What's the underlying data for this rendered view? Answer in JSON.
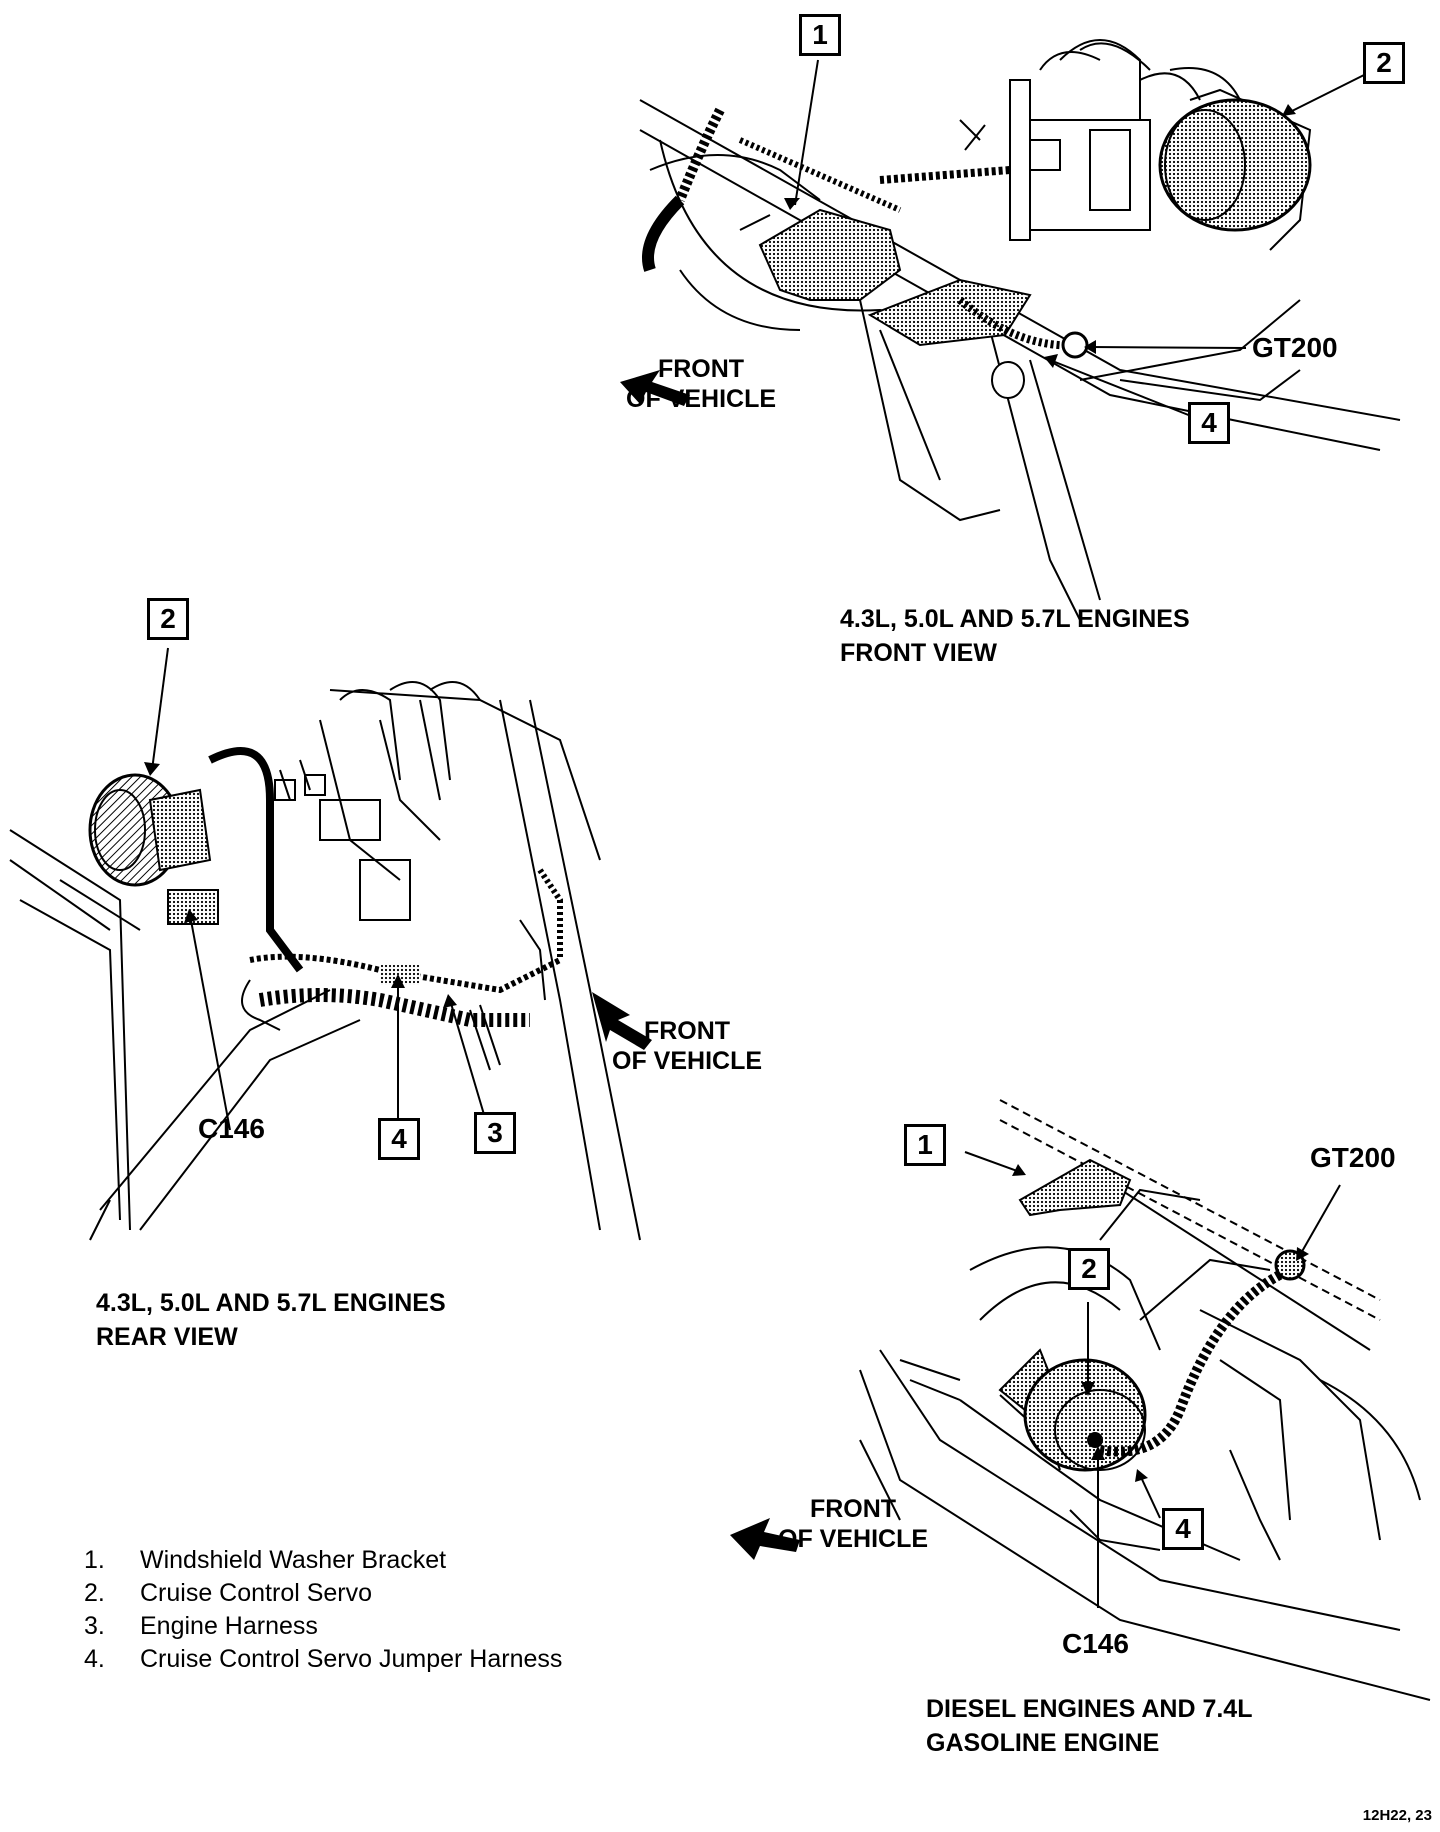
{
  "views": {
    "front": {
      "caption_line1": "4.3L, 5.0L AND 5.7L ENGINES",
      "caption_line2": "FRONT VIEW",
      "callouts": [
        "1",
        "2",
        "4"
      ],
      "connector": "GT200",
      "direction_line1": "FRONT",
      "direction_line2": "OF VEHICLE"
    },
    "rear": {
      "caption_line1": "4.3L, 5.0L AND 5.7L ENGINES",
      "caption_line2": "REAR VIEW",
      "callouts": [
        "2",
        "4",
        "3"
      ],
      "connector": "C146",
      "direction_line1": "FRONT",
      "direction_line2": "OF VEHICLE"
    },
    "diesel": {
      "caption_line1": "DIESEL ENGINES AND 7.4L",
      "caption_line2": "GASOLINE ENGINE",
      "callouts": [
        "1",
        "2",
        "4"
      ],
      "connector_top": "GT200",
      "connector_bottom": "C146",
      "direction_line1": "FRONT",
      "direction_line2": "OF VEHICLE"
    }
  },
  "legend": [
    {
      "num": "1.",
      "text": "Windshield Washer Bracket"
    },
    {
      "num": "2.",
      "text": "Cruise Control Servo"
    },
    {
      "num": "3.",
      "text": "Engine Harness"
    },
    {
      "num": "4.",
      "text": "Cruise Control Servo Jumper Harness"
    }
  ],
  "figure_id": "12H22, 23"
}
